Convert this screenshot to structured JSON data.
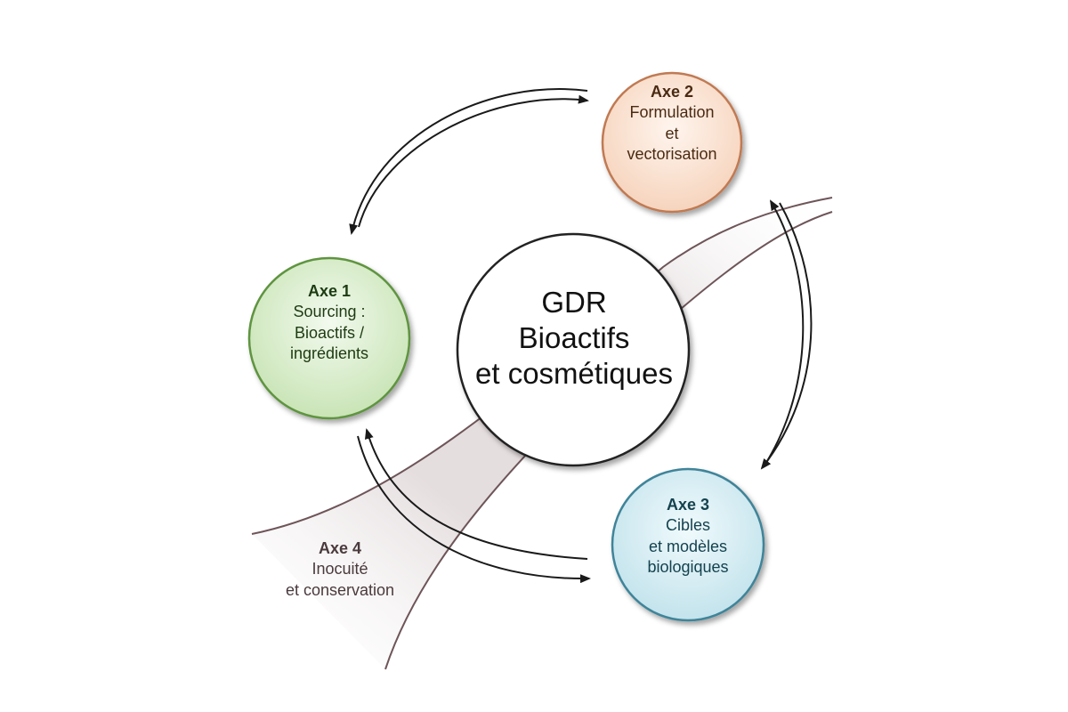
{
  "center": {
    "line1": "GDR",
    "line2": "Bioactifs",
    "line3": "et cosmétiques"
  },
  "axes": [
    {
      "title": "Axe 1",
      "line1": "Sourcing :",
      "line2": "Bioactifs /",
      "line3": "ingrédients",
      "color": "#6fa04e",
      "fill": "#d8eecb"
    },
    {
      "title": "Axe 2",
      "line1": "Formulation",
      "line2": "et",
      "line3": "vectorisation",
      "color": "#c9835a",
      "fill": "#fbe3d4"
    },
    {
      "title": "Axe 3",
      "line1": "Cibles",
      "line2": "et modèles",
      "line3": "biologiques",
      "color": "#4a8fa3",
      "fill": "#d3ecf2"
    },
    {
      "title": "Axe 4",
      "line1": "Inocuité",
      "line2": "et conservation"
    }
  ],
  "colors": {
    "band_edge": "#6e5559",
    "band_fill": "#e6dfe0",
    "arrow": "#1a1a1a"
  }
}
